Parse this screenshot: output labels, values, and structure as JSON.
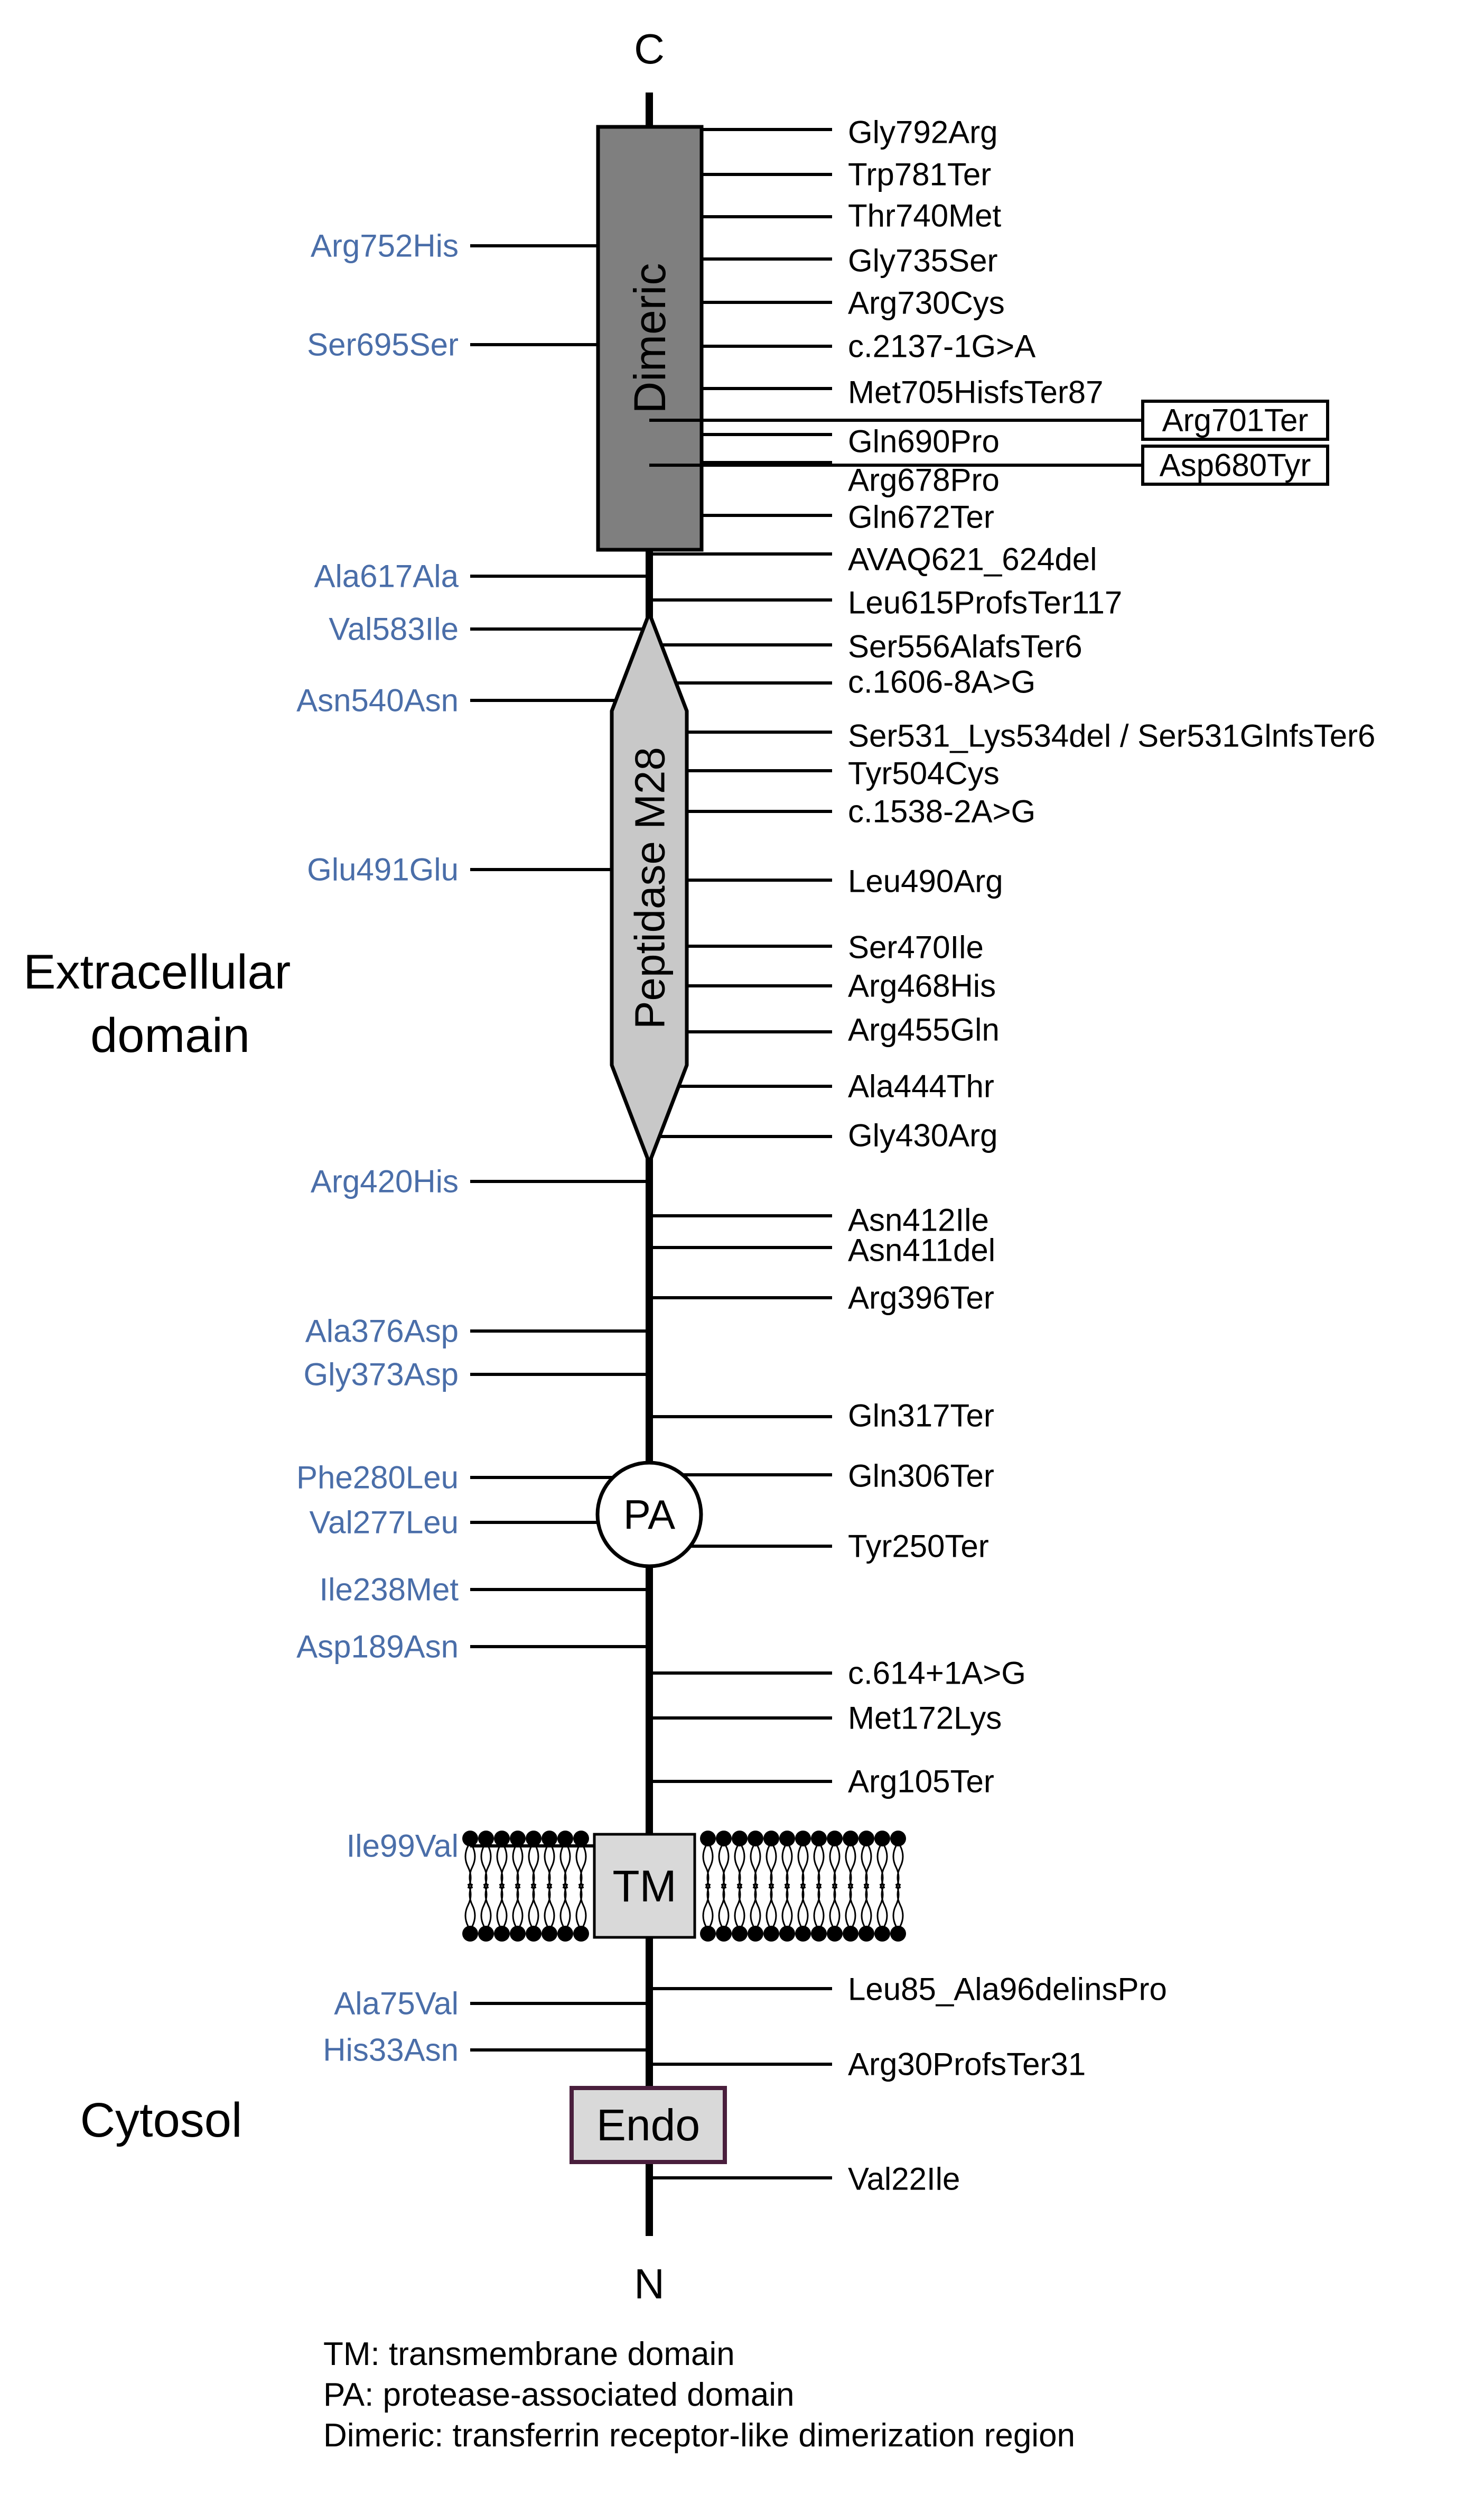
{
  "terminals": {
    "top": "C",
    "bottom": "N"
  },
  "regions": {
    "extracellular_line1": "Extracellular",
    "extracellular_line2": "domain",
    "cytosol": "Cytosol"
  },
  "domains": {
    "dimeric": "Dimeric",
    "peptidase": "Peptidase M28",
    "pa": "PA",
    "tm": "TM",
    "endo": "Endo"
  },
  "colors": {
    "left_variant": "#4a6ea9",
    "right_variant": "#000000",
    "dimeric_fill": "#7f7f7f",
    "peptidase_fill": "#c8c8c8",
    "tm_fill": "#d9d9d9",
    "endo_fill": "#d9d9d9",
    "endo_border": "#4a1f3d"
  },
  "left_variants": [
    "Arg752His",
    "Ser695Ser",
    "Ala617Ala",
    "Val583Ile",
    "Asn540Asn",
    "Glu491Glu",
    "Arg420His",
    "Ala376Asp",
    "Gly373Asp",
    "Phe280Leu",
    "Val277Leu",
    "Ile238Met",
    "Asp189Asn",
    "Ile99Val",
    "Ala75Val",
    "His33Asn"
  ],
  "right_variants": [
    "Gly792Arg",
    "Trp781Ter",
    "Thr740Met",
    "Gly735Ser",
    "Arg730Cys",
    "c.2137-1G>A",
    "Met705HisfsTer87",
    "Gln690Pro",
    "Arg678Pro",
    "Gln672Ter",
    "AVAQ621_624del",
    "Leu615ProfsTer117",
    "Ser556AlafsTer6",
    "c.1606-8A>G",
    "Ser531_Lys534del / Ser531GlnfsTer6",
    "Tyr504Cys",
    "c.1538-2A>G",
    "Leu490Arg",
    "Ser470Ile",
    "Arg468His",
    "Arg455Gln",
    "Ala444Thr",
    "Gly430Arg",
    "Asn412Ile",
    "Asn411del",
    "Arg396Ter",
    "Gln317Ter",
    "Gln306Ter",
    "Tyr250Ter",
    "c.614+1A>G",
    "Met172Lys",
    "Arg105Ter",
    "Leu85_Ala96delinsPro",
    "Arg30ProfsTer31",
    "Val22Ile"
  ],
  "boxed_variants": [
    "Arg701Ter",
    "Asp680Tyr"
  ],
  "legend": [
    "TM: transmembrane domain",
    "PA: protease-associated domain",
    "Dimeric: transferrin receptor-like dimerization region"
  ]
}
